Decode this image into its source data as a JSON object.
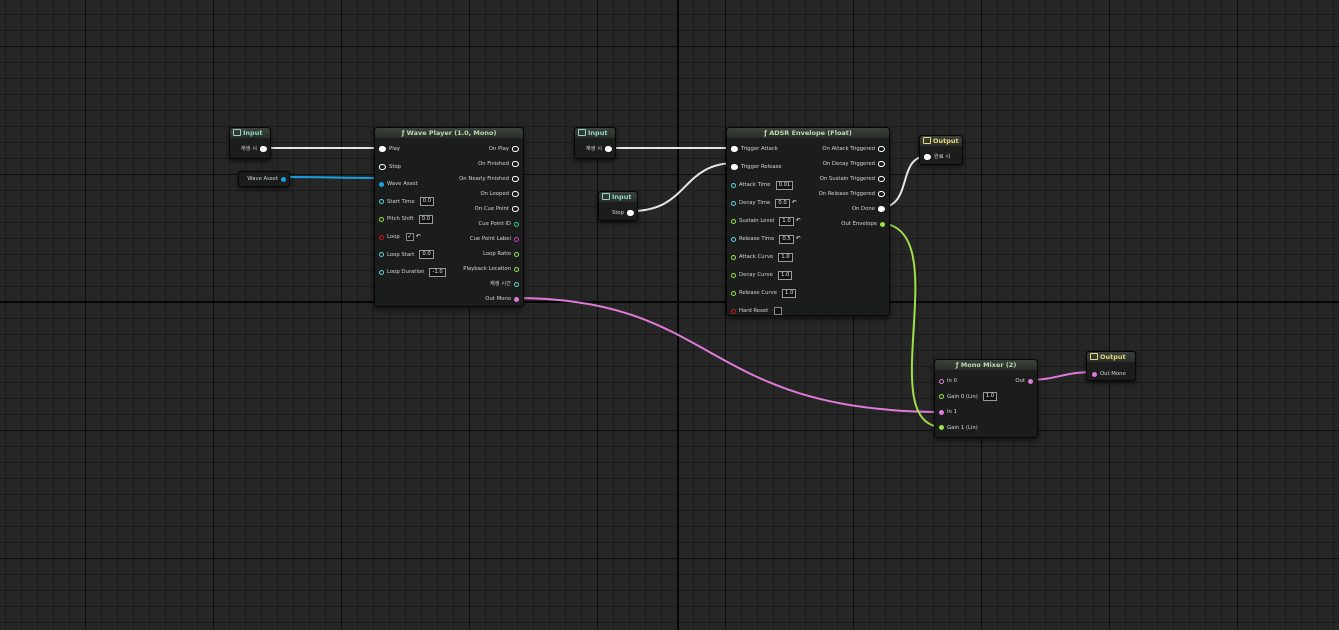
{
  "colors": {
    "grid_bg": "#262626",
    "exec_wire": "#e6e6e6",
    "audio_wire": "#e07ad8",
    "float_wire": "#9ee04a",
    "wave_asset_wire": "#1aa0e0",
    "time_pin": "#66d2d8",
    "bool_pin": "#c8151e",
    "int_pin": "#2ccf90",
    "string_pin": "#d23ad2"
  },
  "input_nodes": {
    "play": {
      "title": "Input",
      "pin": "재생 시"
    },
    "wave_asset": {
      "pin": "Wave Asset"
    },
    "adsr_play": {
      "title": "Input",
      "pin": "재생 시"
    },
    "stop": {
      "title": "Input",
      "pin": "Stop"
    }
  },
  "output_nodes": {
    "on_done": {
      "title": "Output",
      "pin": "완료 시"
    },
    "out_mono": {
      "title": "Output",
      "pin": "Out Mono"
    }
  },
  "wave_player": {
    "title": "ƒ Wave Player (1.0, Mono)",
    "inputs": [
      {
        "label": "Play",
        "kind": "trigger"
      },
      {
        "label": "Stop",
        "kind": "trigger"
      },
      {
        "label": "Wave Asset",
        "kind": "wave"
      },
      {
        "label": "Start Time",
        "kind": "time",
        "value": "0.0"
      },
      {
        "label": "Pitch Shift",
        "kind": "float",
        "value": "0.0"
      },
      {
        "label": "Loop",
        "kind": "bool",
        "value": "✓"
      },
      {
        "label": "Loop Start",
        "kind": "time",
        "value": "0.0"
      },
      {
        "label": "Loop Duration",
        "kind": "time",
        "value": "-1.0"
      }
    ],
    "outputs": [
      {
        "label": "On Play",
        "kind": "trigger"
      },
      {
        "label": "On Finished",
        "kind": "trigger"
      },
      {
        "label": "On Nearly Finished",
        "kind": "trigger"
      },
      {
        "label": "On Looped",
        "kind": "trigger"
      },
      {
        "label": "On Cue Point",
        "kind": "trigger"
      },
      {
        "label": "Cue Point ID",
        "kind": "int"
      },
      {
        "label": "Cue Point Label",
        "kind": "string"
      },
      {
        "label": "Loop Ratio",
        "kind": "float"
      },
      {
        "label": "Playback Location",
        "kind": "float"
      },
      {
        "label": "재생 시간",
        "kind": "time"
      },
      {
        "label": "Out Mono",
        "kind": "audio"
      }
    ]
  },
  "adsr": {
    "title": "ƒ ADSR Envelope (Float)",
    "inputs": [
      {
        "label": "Trigger Attack",
        "kind": "trigger"
      },
      {
        "label": "Trigger Release",
        "kind": "trigger"
      },
      {
        "label": "Attack Time",
        "kind": "time",
        "value": "0.01"
      },
      {
        "label": "Decay Time",
        "kind": "time",
        "value": "0.0"
      },
      {
        "label": "Sustain Level",
        "kind": "float",
        "value": "1.0"
      },
      {
        "label": "Release Time",
        "kind": "time",
        "value": "0.5"
      },
      {
        "label": "Attack Curve",
        "kind": "float",
        "value": "1.0"
      },
      {
        "label": "Decay Curve",
        "kind": "float",
        "value": "1.0"
      },
      {
        "label": "Release Curve",
        "kind": "float",
        "value": "1.0"
      },
      {
        "label": "Hard Reset",
        "kind": "bool"
      }
    ],
    "outputs": [
      {
        "label": "On Attack Triggered",
        "kind": "trigger"
      },
      {
        "label": "On Decay Triggered",
        "kind": "trigger"
      },
      {
        "label": "On Sustain Triggered",
        "kind": "trigger"
      },
      {
        "label": "On Release Triggered",
        "kind": "trigger"
      },
      {
        "label": "On Done",
        "kind": "trigger"
      },
      {
        "label": "Out Envelope",
        "kind": "float"
      }
    ]
  },
  "mono_mixer": {
    "title": "ƒ Mono Mixer (2)",
    "inputs": [
      {
        "label": "In 0",
        "kind": "audio"
      },
      {
        "label": "Gain 0 (Lin)",
        "kind": "float",
        "value": "1.0"
      },
      {
        "label": "In 1",
        "kind": "audio"
      },
      {
        "label": "Gain 1 (Lin)",
        "kind": "float"
      }
    ],
    "outputs": [
      {
        "label": "Out",
        "kind": "audio"
      }
    ]
  }
}
